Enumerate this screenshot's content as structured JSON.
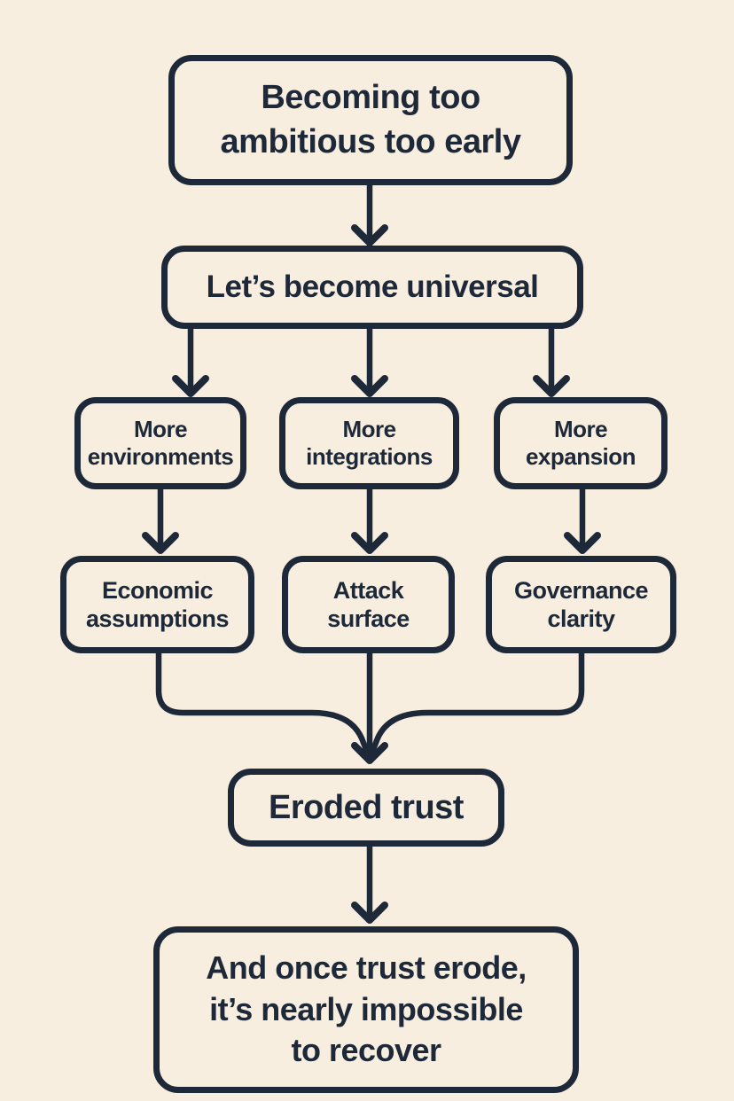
{
  "title": "Becoming too ambitious too early — flowchart",
  "colors": {
    "background": "#f8eee0",
    "ink": "#1d2838"
  },
  "diagram": {
    "type": "flowchart",
    "direction": "top-down",
    "nodes": [
      {
        "id": "root",
        "label": "Becoming too\nambitious too early"
      },
      {
        "id": "universal",
        "label": "Let’s become universal"
      },
      {
        "id": "environments",
        "label": "More\nenvironments"
      },
      {
        "id": "integrations",
        "label": "More\nintegrations"
      },
      {
        "id": "expansion",
        "label": "More\nexpansion"
      },
      {
        "id": "economic",
        "label": "Economic\nassumptions"
      },
      {
        "id": "attack",
        "label": "Attack\nsurface"
      },
      {
        "id": "governance",
        "label": "Governance\nclarity"
      },
      {
        "id": "eroded",
        "label": "Eroded trust"
      },
      {
        "id": "conclusion",
        "label": "And once trust erode,\nit’s nearly impossible\nto recover"
      }
    ],
    "edges": [
      {
        "from": "root",
        "to": "universal"
      },
      {
        "from": "universal",
        "to": "environments"
      },
      {
        "from": "universal",
        "to": "integrations"
      },
      {
        "from": "universal",
        "to": "expansion"
      },
      {
        "from": "environments",
        "to": "economic"
      },
      {
        "from": "integrations",
        "to": "attack"
      },
      {
        "from": "expansion",
        "to": "governance"
      },
      {
        "from": "economic",
        "to": "eroded"
      },
      {
        "from": "attack",
        "to": "eroded"
      },
      {
        "from": "governance",
        "to": "eroded"
      },
      {
        "from": "eroded",
        "to": "conclusion"
      }
    ]
  }
}
